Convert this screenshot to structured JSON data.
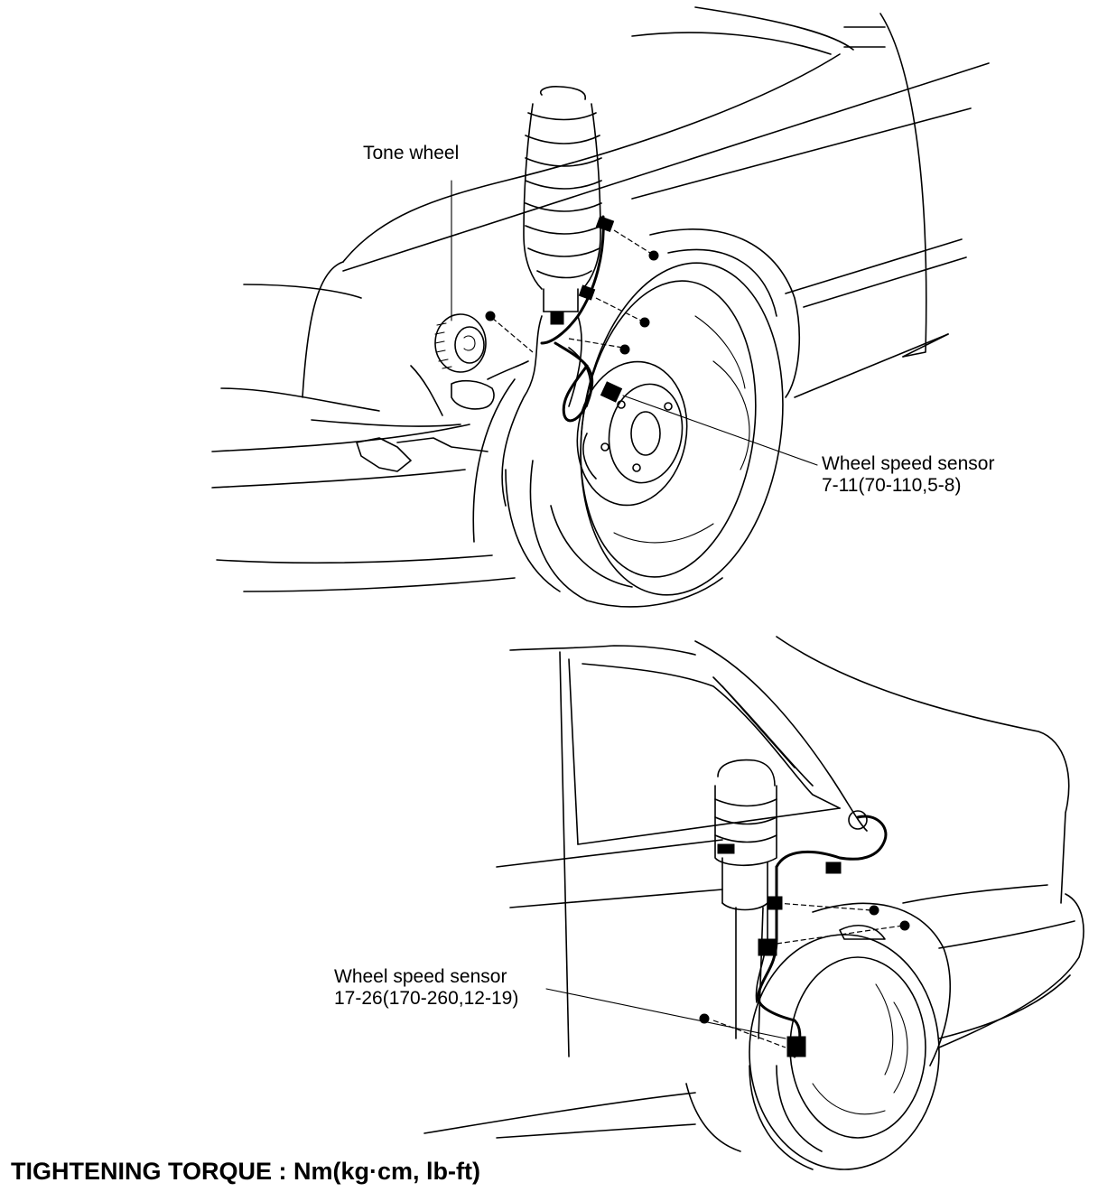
{
  "labels": {
    "tone_wheel": "Tone wheel",
    "front_sensor_name": "Wheel speed sensor",
    "front_sensor_torque": "7-11(70-110,5-8)",
    "rear_sensor_name": "Wheel speed sensor",
    "rear_sensor_torque": "17-26(170-260,12-19)"
  },
  "caption": "TIGHTENING TORQUE : Nm(kg·cm, lb-ft)"
}
